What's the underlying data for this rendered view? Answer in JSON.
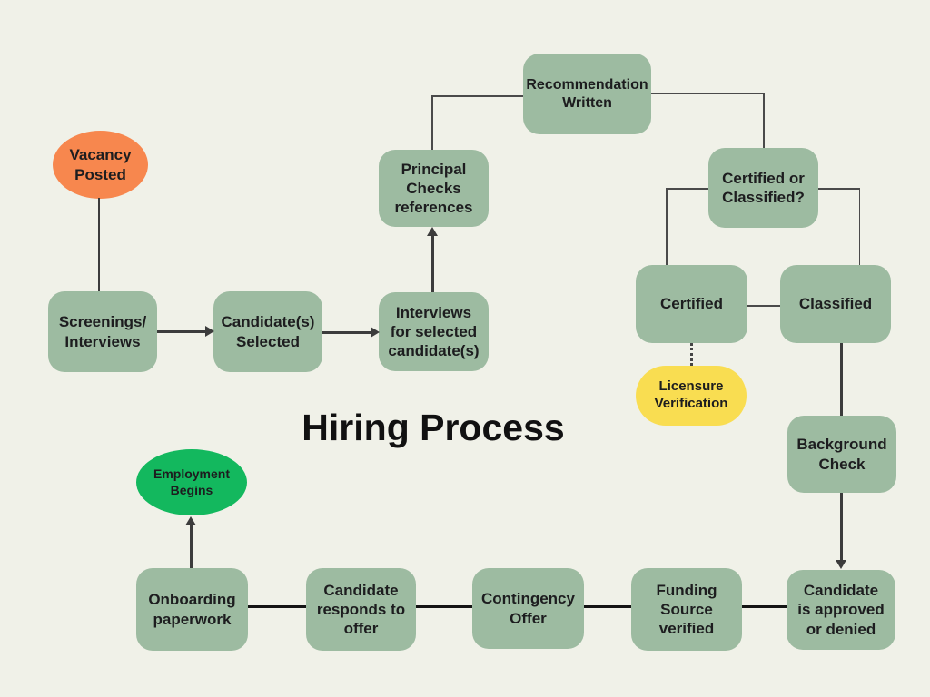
{
  "title": "Hiring Process",
  "colors": {
    "background": "#f0f1e8",
    "node": "#9dbba1",
    "start": "#f7874e",
    "terminal": "#13b85e",
    "annotation": "#f9dd51",
    "text": "#1d1d1f",
    "line": "#3c3c3c",
    "line_thin": "#4a4a4a",
    "line_bold": "#141414"
  },
  "nodes": {
    "vacancy_posted": {
      "label": "Vacancy\nPosted"
    },
    "screenings_interviews": {
      "label": "Screenings/\nInterviews"
    },
    "candidates_selected": {
      "label": "Candidate(s)\nSelected"
    },
    "interviews_for_selected": {
      "label": "Interviews\nfor selected\ncandidate(s)"
    },
    "principal_checks_references": {
      "label": "Principal\nChecks\nreferences"
    },
    "recommendation_written": {
      "label": "Recommendation\nWritten"
    },
    "certified_or_classified": {
      "label": "Certified or\nClassified?"
    },
    "certified": {
      "label": "Certified"
    },
    "classified": {
      "label": "Classified"
    },
    "licensure_verification": {
      "label": "Licensure\nVerification"
    },
    "background_check": {
      "label": "Background\nCheck"
    },
    "candidate_approved_or_denied": {
      "label": "Candidate\nis approved\nor denied"
    },
    "funding_source_verified": {
      "label": "Funding\nSource\nverified"
    },
    "contingency_offer": {
      "label": "Contingency\nOffer"
    },
    "candidate_responds_to_offer": {
      "label": "Candidate\nresponds to\noffer"
    },
    "onboarding_paperwork": {
      "label": "Onboarding\npaperwork"
    },
    "employment_begins": {
      "label": "Employment\nBegins"
    }
  }
}
